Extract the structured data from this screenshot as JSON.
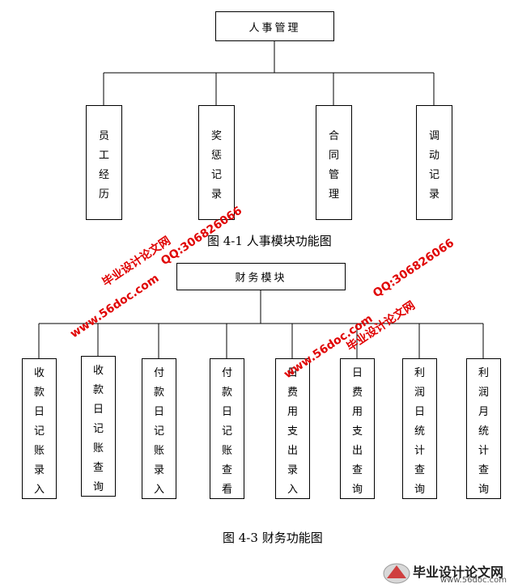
{
  "diagram1": {
    "root": "人事管理",
    "children": [
      "员工经历",
      "奖惩记录",
      "合同管理",
      "调动记录"
    ],
    "caption": "图 4-1  人事模块功能图"
  },
  "diagram2": {
    "root": "财务模块",
    "children": [
      "收款日记账录入",
      "收款日记账查询",
      "付款日记账录入",
      "付款日记账查看",
      "日费用支出录入",
      "日费用支出查询",
      "利润日统计查询",
      "利润月统计查询"
    ],
    "caption": "图 4-3  财务功能图"
  },
  "watermarks": {
    "site_name": "毕业设计论文网",
    "url": "www.56doc.com",
    "qq": "QQ:306826066",
    "corner_url": "www.56doc.com"
  },
  "colors": {
    "watermark_red": "#e00000",
    "line": "#000000"
  }
}
